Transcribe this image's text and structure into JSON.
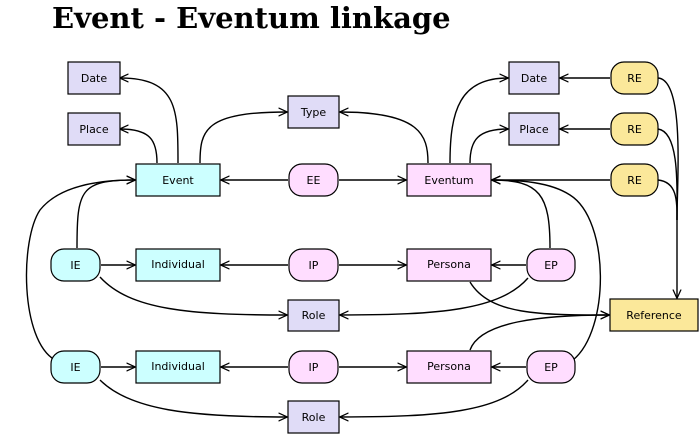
{
  "title": "Event - Eventum linkage",
  "colors": {
    "entity_cyan": "#ccffff",
    "entity_pink": "#ffddff",
    "attribute_purple": "#e0dcf7",
    "link_pink": "#ffddff",
    "link_cyan": "#ccffff",
    "reference_yellow": "#fbe89a"
  },
  "nodes": {
    "date_l": "Date",
    "place_l": "Place",
    "event": "Event",
    "type": "Type",
    "ee": "EE",
    "eventum": "Eventum",
    "date_r": "Date",
    "place_r": "Place",
    "re1": "RE",
    "re2": "RE",
    "re3": "RE",
    "ie1": "IE",
    "individual1": "Individual",
    "ip1": "IP",
    "persona1": "Persona",
    "ep1": "EP",
    "role1": "Role",
    "reference": "Reference",
    "ie2": "IE",
    "individual2": "Individual",
    "ip2": "IP",
    "persona2": "Persona",
    "ep2": "EP",
    "role2": "Role"
  }
}
